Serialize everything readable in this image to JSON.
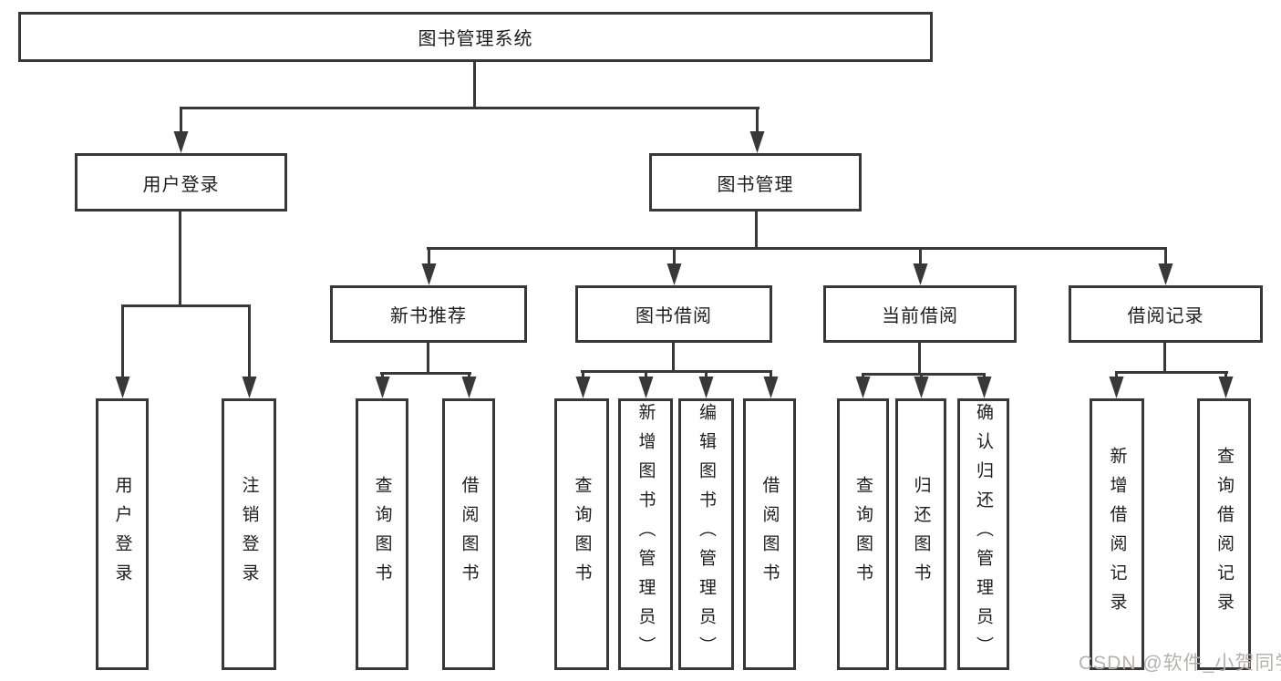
{
  "diagram": {
    "root": {
      "label": "图书管理系统"
    },
    "branches": [
      {
        "label": "用户登录",
        "children": [
          {
            "label": "用户登录"
          },
          {
            "label": "注销登录"
          }
        ]
      },
      {
        "label": "图书管理",
        "children": [
          {
            "label": "新书推荐",
            "children": [
              {
                "label": "查询图书"
              },
              {
                "label": "借阅图书"
              }
            ]
          },
          {
            "label": "图书借阅",
            "children": [
              {
                "label": "查询图书"
              },
              {
                "label": "新增图书（管理员）"
              },
              {
                "label": "编辑图书（管理员）"
              },
              {
                "label": "借阅图书"
              }
            ]
          },
          {
            "label": "当前借阅",
            "children": [
              {
                "label": "查询图书"
              },
              {
                "label": "归还图书"
              },
              {
                "label": "确认归还（管理员）"
              }
            ]
          },
          {
            "label": "借阅记录",
            "children": [
              {
                "label": "新增借阅记录"
              },
              {
                "label": "查询借阅记录"
              }
            ]
          }
        ]
      }
    ]
  },
  "watermark": {
    "text": "CSDN @软件_小贺同学"
  },
  "colors": {
    "line": "#383838",
    "text": "#1d1d1d",
    "watermark": "#b7b0b0"
  }
}
